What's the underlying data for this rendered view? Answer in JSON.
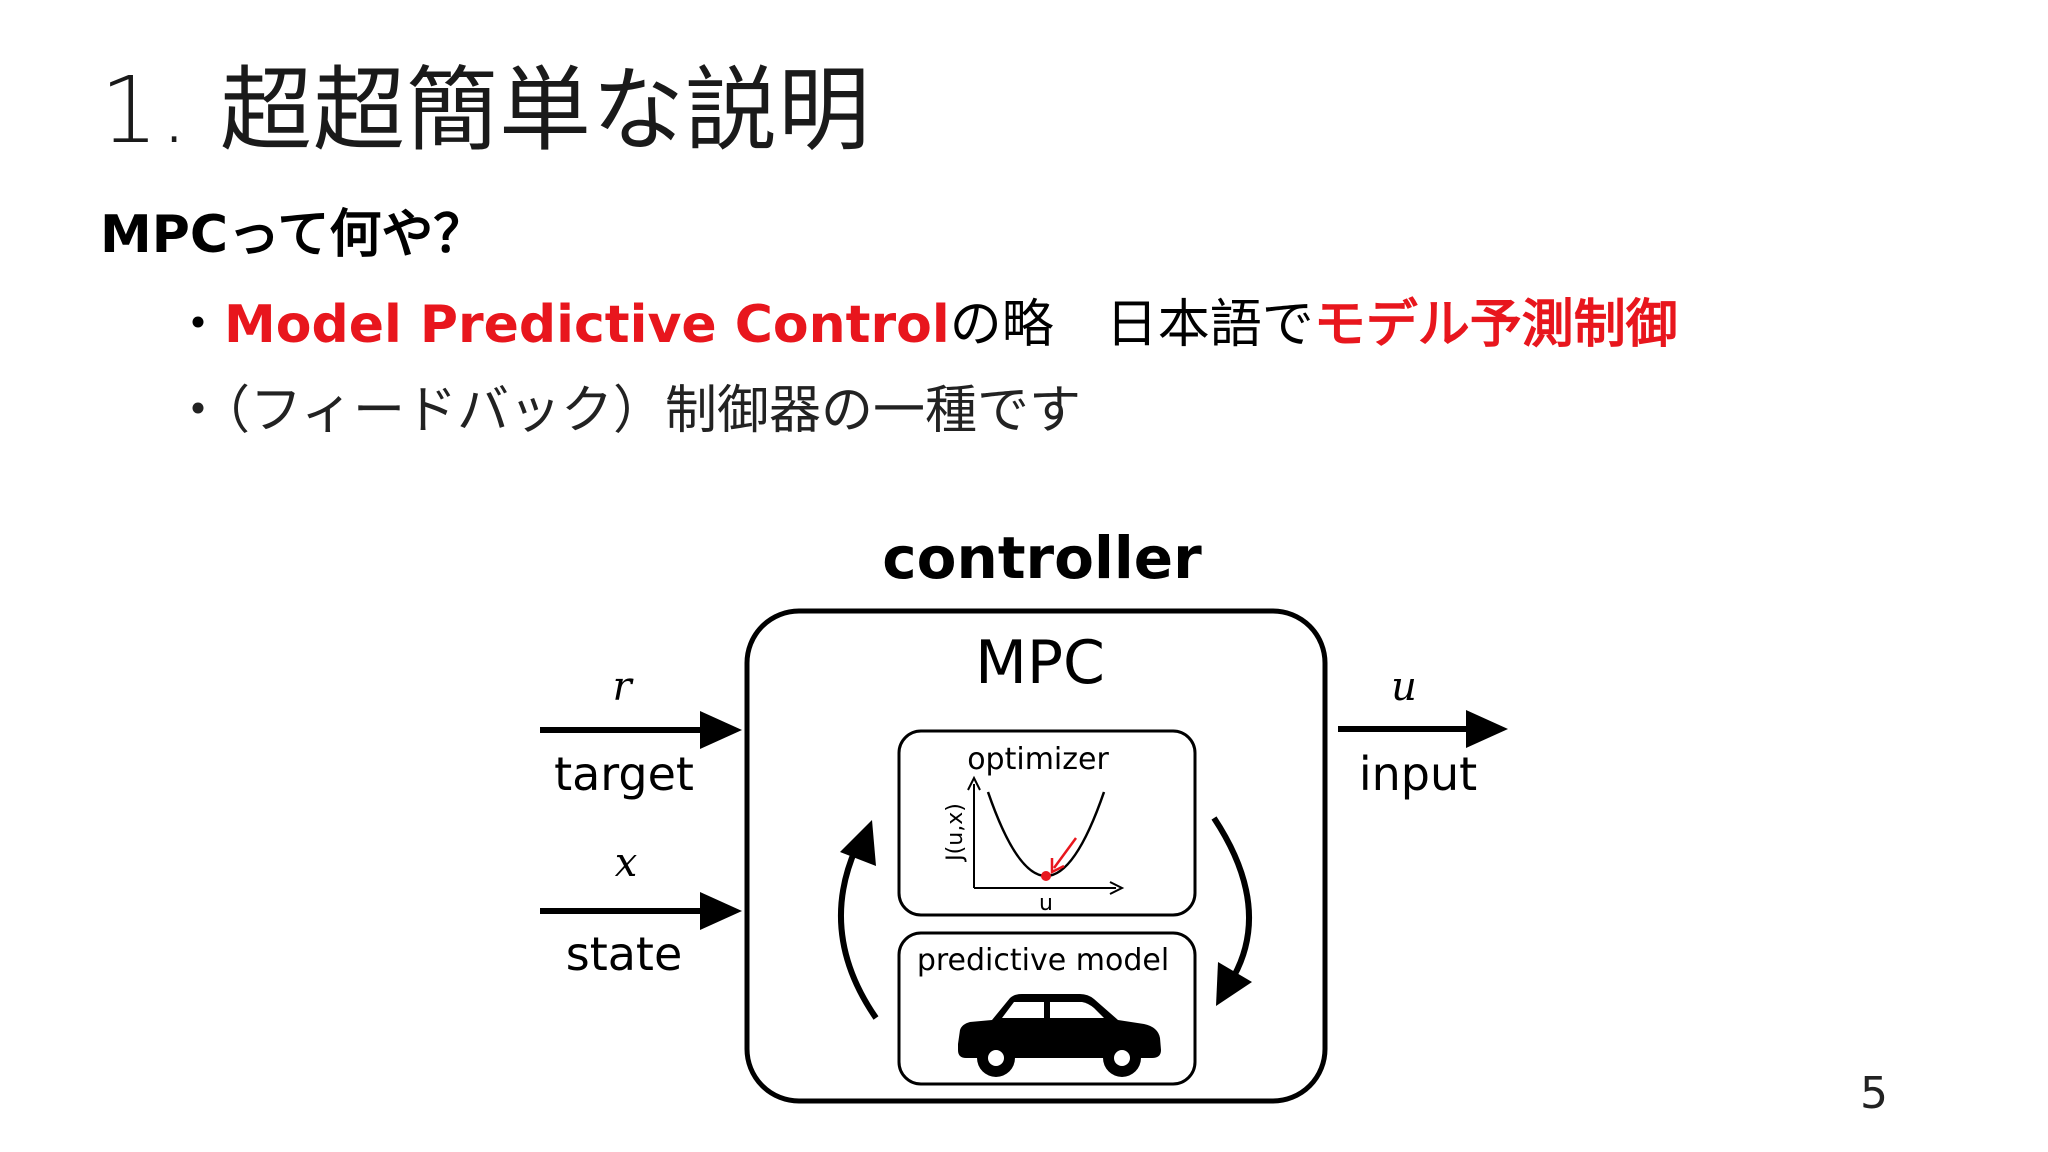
{
  "slide": {
    "title": "1. 超超簡単な説明",
    "subheading": "MPCって何や？",
    "bullets": [
      {
        "marker": "・",
        "highlight_1": "Model Predictive Control",
        "text_1": "の略　日本語で",
        "highlight_2": "モデル予測制御"
      },
      {
        "marker": "・",
        "text": "（フィードバック）制御器の一種です"
      }
    ],
    "page_number": "5"
  },
  "diagram": {
    "controller_label": "controller",
    "mpc_label": "MPC",
    "inputs": [
      {
        "symbol": "r",
        "label": "target"
      },
      {
        "symbol": "x",
        "label": "state"
      }
    ],
    "output": {
      "symbol": "u",
      "label": "input"
    },
    "optimizer": {
      "label": "optimizer",
      "y_axis_label": "J(u,x)",
      "x_axis_label": "u"
    },
    "predictive_model": {
      "label": "predictive model"
    },
    "colors": {
      "accent_red": "#e8161d",
      "stroke": "#000000"
    }
  }
}
